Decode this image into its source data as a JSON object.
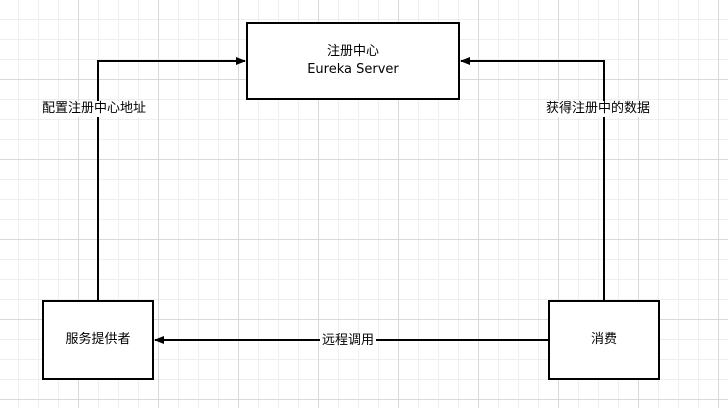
{
  "nodes": {
    "registry": {
      "title": "注册中心",
      "subtitle": "Eureka Server"
    },
    "provider": {
      "title": "服务提供者"
    },
    "consumer": {
      "title": "消费"
    }
  },
  "edges": {
    "register": "配置注册中心地址",
    "fetch": "获得注册中的数据",
    "remote_call": "远程调用"
  }
}
